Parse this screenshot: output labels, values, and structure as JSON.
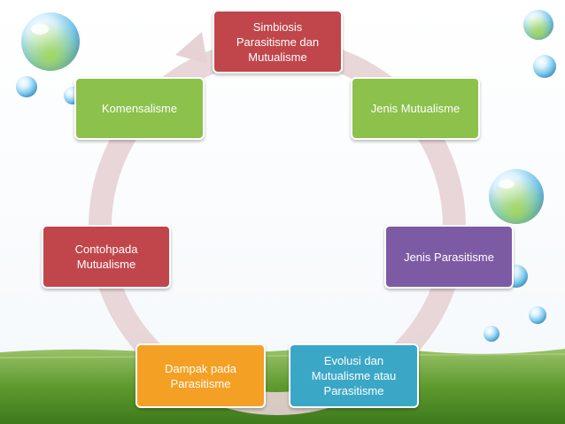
{
  "colors": {
    "red": "#c0464b",
    "green": "#8cc14c",
    "purple": "#7d5ba4",
    "teal": "#3ba7c7",
    "orange": "#f4a024",
    "ring": "#ead8da"
  },
  "cycle": {
    "nodes": [
      {
        "label": "Simbiosis\nParasitisme dan\nMutualisme",
        "color": "red"
      },
      {
        "label": "Jenis Mutualisme",
        "color": "green"
      },
      {
        "label": "Jenis Parasitisme",
        "color": "purple"
      },
      {
        "label": "Evolusi dan\nMutualisme atau\nParasitisme",
        "color": "teal"
      },
      {
        "label": "Dampak pada\nParasitisme",
        "color": "orange"
      },
      {
        "label": "Contohpada\nMutualisme",
        "color": "red"
      },
      {
        "label": "Komensalisme",
        "color": "green"
      }
    ]
  }
}
